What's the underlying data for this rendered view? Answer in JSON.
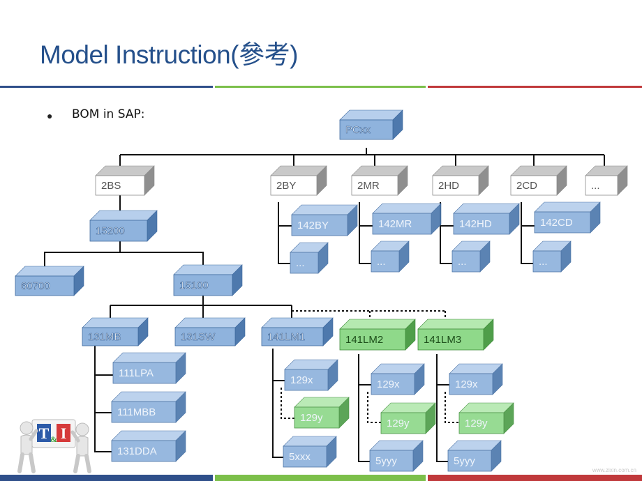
{
  "slide": {
    "title": "Model Instruction(參考)",
    "bullet": "BOM in SAP:",
    "watermark": "www.zixin.com.cn"
  },
  "logo": {
    "text_t": "T",
    "text_amp": "&",
    "text_i": "I"
  },
  "colors": {
    "title": "#25508b",
    "blue_box": "#8fb3dd",
    "gray_box": "#d7d7d7",
    "green_box": "#8fd98a",
    "rule_blue": "#2f4f8a",
    "rule_green": "#7cbf4a",
    "rule_red": "#c0393b"
  },
  "nodes": [
    {
      "id": "pcxx",
      "label": "PCxx",
      "color": "blue",
      "size": "normal"
    },
    {
      "id": "2bs",
      "label": "2BS",
      "color": "gray",
      "size": "normal"
    },
    {
      "id": "2by",
      "label": "2BY",
      "color": "gray",
      "size": "normal"
    },
    {
      "id": "2mr",
      "label": "2MR",
      "color": "gray",
      "size": "normal"
    },
    {
      "id": "2hd",
      "label": "2HD",
      "color": "gray",
      "size": "normal"
    },
    {
      "id": "2cd",
      "label": "2CD",
      "color": "gray",
      "size": "normal"
    },
    {
      "id": "more",
      "label": "...",
      "color": "gray",
      "size": "normal"
    },
    {
      "id": "15200",
      "label": "15200",
      "color": "blue",
      "size": "normal"
    },
    {
      "id": "60700",
      "label": "60700",
      "color": "blue",
      "size": "normal"
    },
    {
      "id": "15100",
      "label": "15100",
      "color": "blue",
      "size": "normal"
    },
    {
      "id": "142by",
      "label": "142BY",
      "color": "blue",
      "size": "faded"
    },
    {
      "id": "142by_sub",
      "label": "...",
      "color": "blue",
      "size": "faded"
    },
    {
      "id": "142mr",
      "label": "142MR",
      "color": "blue",
      "size": "faded"
    },
    {
      "id": "142mr_sub",
      "label": "...",
      "color": "blue",
      "size": "faded"
    },
    {
      "id": "142hd",
      "label": "142HD",
      "color": "blue",
      "size": "faded"
    },
    {
      "id": "142hd_sub",
      "label": "...",
      "color": "blue",
      "size": "faded"
    },
    {
      "id": "142cd",
      "label": "142CD",
      "color": "blue",
      "size": "faded"
    },
    {
      "id": "142cd_sub",
      "label": "...",
      "color": "blue",
      "size": "faded"
    },
    {
      "id": "131mb",
      "label": "131MB",
      "color": "blue",
      "size": "normal"
    },
    {
      "id": "131sw",
      "label": "131SW",
      "color": "blue",
      "size": "normal"
    },
    {
      "id": "141lm1",
      "label": "141LM1",
      "color": "blue",
      "size": "normal"
    },
    {
      "id": "141lm2",
      "label": "141LM2",
      "color": "green",
      "size": "normal"
    },
    {
      "id": "141lm3",
      "label": "141LM3",
      "color": "green",
      "size": "normal"
    },
    {
      "id": "111lpa",
      "label": "111LPA",
      "color": "blue",
      "size": "faded"
    },
    {
      "id": "111mbb",
      "label": "111MBB",
      "color": "blue",
      "size": "faded"
    },
    {
      "id": "131dda",
      "label": "131DDA",
      "color": "blue",
      "size": "faded"
    },
    {
      "id": "129x_1",
      "label": "129x",
      "color": "blue",
      "size": "faded"
    },
    {
      "id": "129y_1",
      "label": "129y",
      "color": "green",
      "size": "faded"
    },
    {
      "id": "5xxx",
      "label": "5xxx",
      "color": "blue",
      "size": "faded"
    },
    {
      "id": "129x_2",
      "label": "129x",
      "color": "blue",
      "size": "faded"
    },
    {
      "id": "129y_2",
      "label": "129y",
      "color": "green",
      "size": "faded"
    },
    {
      "id": "5yyy_2",
      "label": "5yyy",
      "color": "blue",
      "size": "faded"
    },
    {
      "id": "129x_3",
      "label": "129x",
      "color": "blue",
      "size": "faded"
    },
    {
      "id": "129y_3",
      "label": "129y",
      "color": "green",
      "size": "faded"
    },
    {
      "id": "5yyy_3",
      "label": "5yyy",
      "color": "blue",
      "size": "faded"
    }
  ]
}
